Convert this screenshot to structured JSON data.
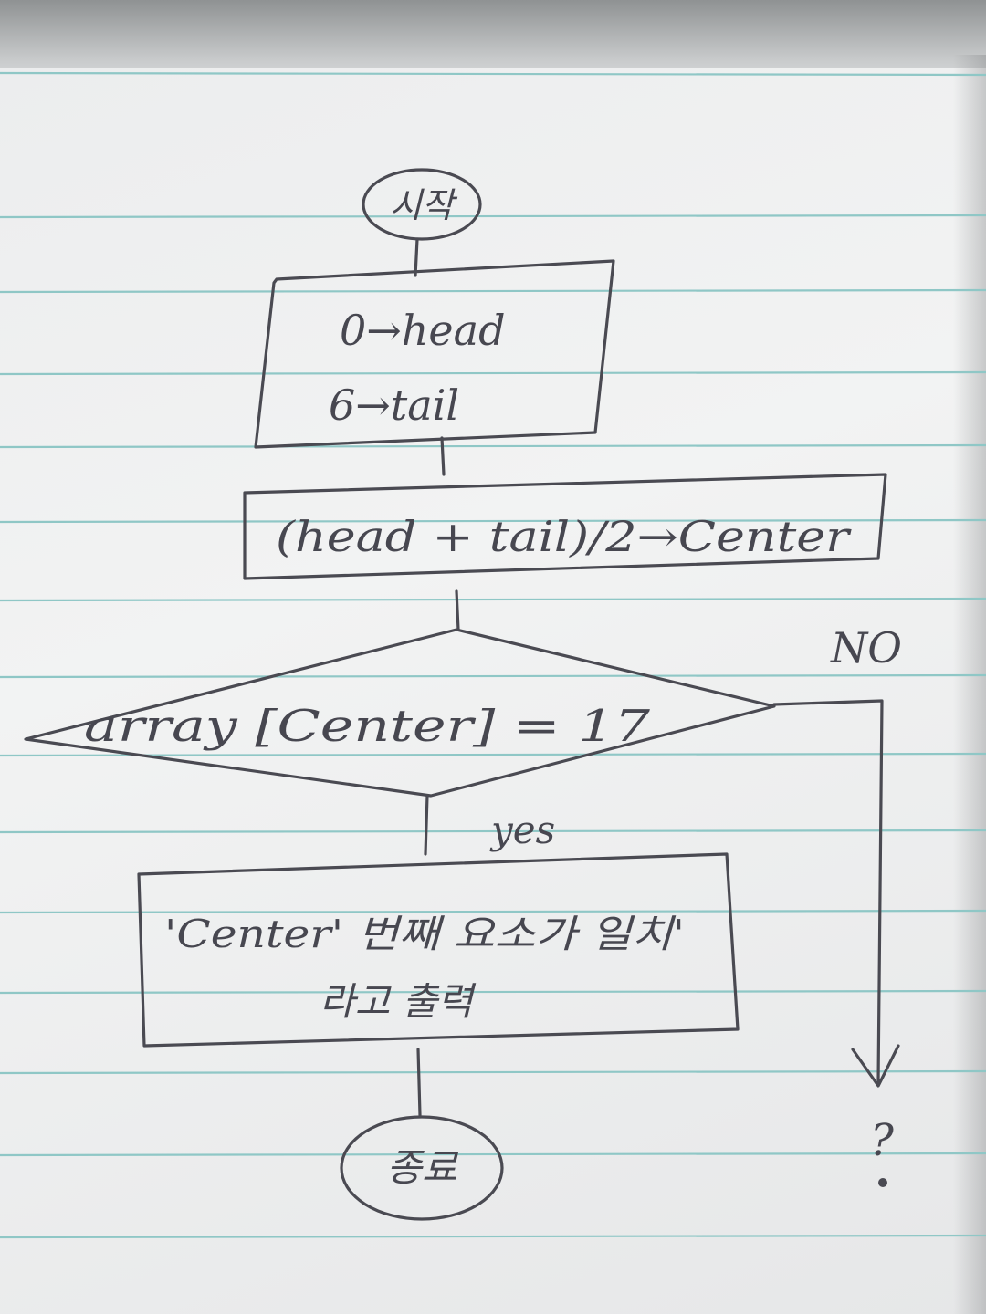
{
  "flowchart": {
    "start_label": "시작",
    "init_line1": "0→head",
    "init_line2": "6→tail",
    "compute_label": "(head + tail)/2→Center",
    "condition_label": "array [Center] = 17",
    "no_label": "NO",
    "yes_label": "yes",
    "output_line1": "'Center' 번째 요소가 일치'",
    "output_line2": "라고 출력",
    "end_label": "종료",
    "unknown_label": "?"
  },
  "colors": {
    "ink": "#4a4a52",
    "ruled_line": "#8fc7c6",
    "paper": "#eeefef"
  }
}
